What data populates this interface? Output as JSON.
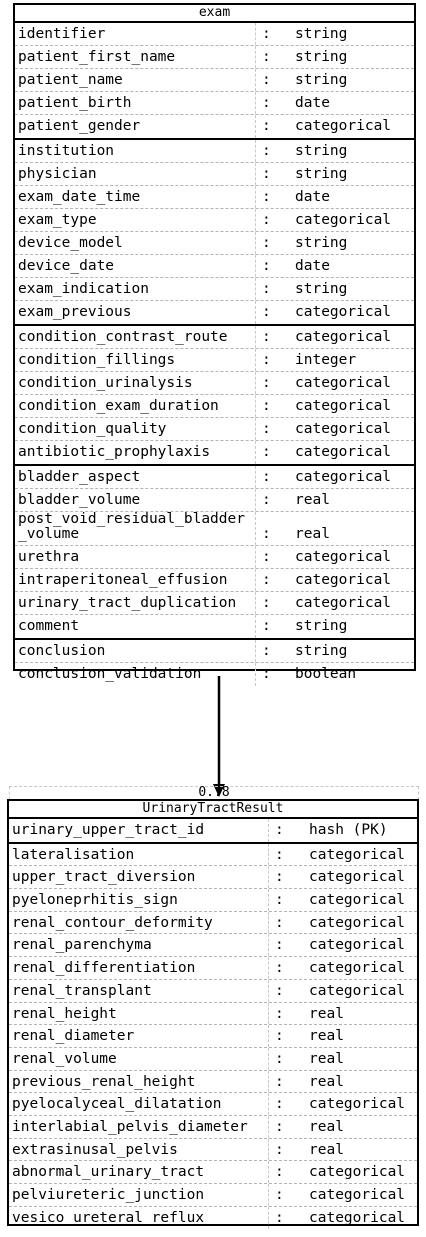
{
  "exam": {
    "title": "exam",
    "separator": ":",
    "groups": [
      [
        {
          "name": "identifier",
          "type": "string"
        },
        {
          "name": "patient_first_name",
          "type": "string"
        },
        {
          "name": "patient_name",
          "type": "string"
        },
        {
          "name": "patient_birth",
          "type": "date"
        },
        {
          "name": "patient_gender",
          "type": "categorical"
        }
      ],
      [
        {
          "name": "institution",
          "type": "string"
        },
        {
          "name": "physician",
          "type": "string"
        },
        {
          "name": "exam_date_time",
          "type": "date"
        },
        {
          "name": "exam_type",
          "type": "categorical"
        },
        {
          "name": "device_model",
          "type": "string"
        },
        {
          "name": "device_date",
          "type": "date"
        },
        {
          "name": "exam_indication",
          "type": "string"
        },
        {
          "name": "exam_previous",
          "type": "categorical"
        }
      ],
      [
        {
          "name": "condition_contrast_route",
          "type": "categorical"
        },
        {
          "name": "condition_fillings",
          "type": "integer"
        },
        {
          "name": "condition_urinalysis",
          "type": "categorical"
        },
        {
          "name": "condition_exam_duration",
          "type": "categorical"
        },
        {
          "name": "condition_quality",
          "type": "categorical"
        },
        {
          "name": "antibiotic_prophylaxis",
          "type": "categorical"
        }
      ],
      [
        {
          "name": "bladder_aspect",
          "type": "categorical"
        },
        {
          "name": "bladder_volume",
          "type": "real"
        },
        {
          "name": "post_void_residual_bladder\n_volume",
          "type": "real"
        },
        {
          "name": "urethra",
          "type": "categorical"
        },
        {
          "name": "intraperitoneal_effusion",
          "type": "categorical"
        },
        {
          "name": "urinary_tract_duplication",
          "type": "categorical"
        },
        {
          "name": "comment",
          "type": "string"
        }
      ],
      [
        {
          "name": "conclusion",
          "type": "string"
        },
        {
          "name": "conclusion_validation",
          "type": "boolean"
        }
      ]
    ]
  },
  "multiplicity": "0..8",
  "result": {
    "title": "UrinaryTractResult",
    "separator": ":",
    "groups": [
      [
        {
          "name": "urinary_upper_tract_id",
          "type": "hash (PK)"
        }
      ],
      [
        {
          "name": "lateralisation",
          "type": "categorical"
        },
        {
          "name": "upper_tract_diversion",
          "type": "categorical"
        },
        {
          "name": "pyeloneprhitis_sign",
          "type": "categorical"
        },
        {
          "name": "renal_contour_deformity",
          "type": "categorical"
        },
        {
          "name": "renal_parenchyma",
          "type": "categorical"
        },
        {
          "name": "renal_differentiation",
          "type": "categorical"
        },
        {
          "name": "renal_transplant",
          "type": "categorical"
        },
        {
          "name": "renal_height",
          "type": "real"
        },
        {
          "name": "renal_diameter",
          "type": "real"
        },
        {
          "name": "renal_volume",
          "type": "real"
        },
        {
          "name": "previous_renal_height",
          "type": "real"
        },
        {
          "name": "pyelocalyceal_dilatation",
          "type": "categorical"
        },
        {
          "name": "interlabial_pelvis_diameter",
          "type": "real"
        },
        {
          "name": "extrasinusal_pelvis",
          "type": "real"
        },
        {
          "name": "abnormal_urinary_tract",
          "type": "categorical"
        },
        {
          "name": "pelviureteric_junction",
          "type": "categorical"
        },
        {
          "name": "vesico_ureteral_reflux",
          "type": "categorical"
        }
      ]
    ]
  }
}
